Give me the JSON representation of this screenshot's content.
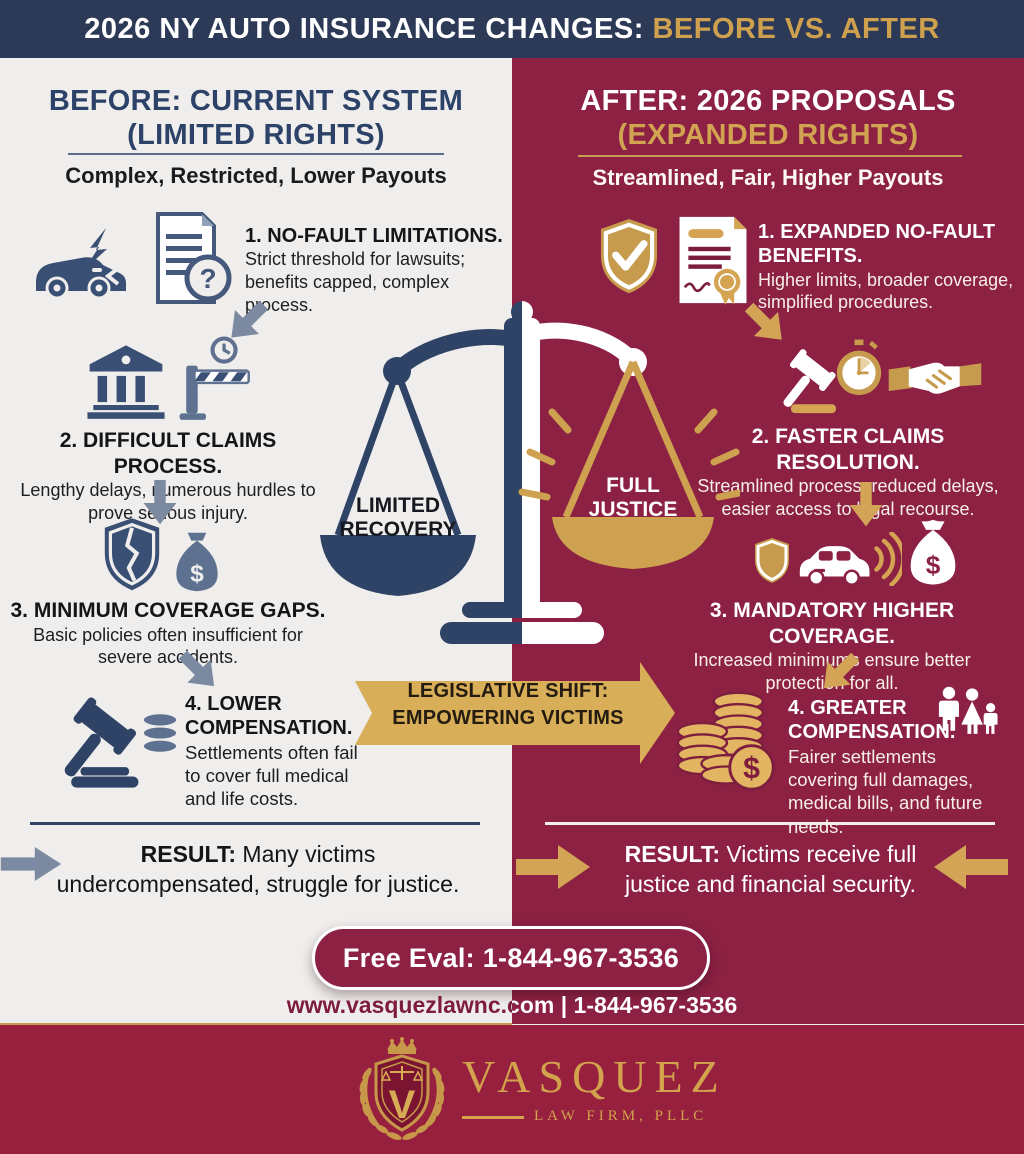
{
  "header": {
    "title_main": "2026 NY AUTO INSURANCE CHANGES: ",
    "title_accent": "BEFORE VS. AFTER"
  },
  "before": {
    "title_line1": "BEFORE: CURRENT SYSTEM",
    "title_line2": "(LIMITED RIGHTS)",
    "subtitle": "Complex, Restricted, Lower Payouts",
    "items": [
      {
        "title": "1. NO-FAULT LIMITATIONS.",
        "desc": "Strict threshold for lawsuits; benefits capped, complex process."
      },
      {
        "title": "2. DIFFICULT CLAIMS PROCESS.",
        "desc": "Lengthy delays, numerous hurdles to prove serious injury."
      },
      {
        "title": "3. MINIMUM COVERAGE GAPS.",
        "desc": "Basic policies often insufficient for severe accidents."
      },
      {
        "title": "4. LOWER COMPENSATION.",
        "desc": "Settlements often fail to cover full medical and life costs."
      }
    ],
    "scale_label": {
      "line1": "LIMITED",
      "line2": "RECOVERY"
    },
    "result_label": "RESULT:",
    "result_text": " Many victims undercompensated, struggle for justice."
  },
  "after": {
    "title_line1": "AFTER: 2026 PROPOSALS",
    "title_line2": "(EXPANDED RIGHTS)",
    "subtitle": "Streamlined, Fair, Higher Payouts",
    "items": [
      {
        "title": "1. EXPANDED NO-FAULT BENEFITS.",
        "desc": "Higher limits, broader coverage, simplified procedures."
      },
      {
        "title": "2. FASTER CLAIMS RESOLUTION.",
        "desc": "Streamlined process, reduced delays, easier access to legal recourse."
      },
      {
        "title": "3. MANDATORY HIGHER COVERAGE.",
        "desc": "Increased minimums ensure better protection for all."
      },
      {
        "title": "4. GREATER COMPENSATION.",
        "desc": "Fairer settlements covering full damages, medical bills, and future needs."
      }
    ],
    "scale_label": {
      "line1": "FULL",
      "line2": "JUSTICE"
    },
    "result_label": "RESULT:",
    "result_text": " Victims receive full justice and financial security."
  },
  "banner": {
    "line1": "LEGISLATIVE SHIFT:",
    "line2": "EMPOWERING VICTIMS"
  },
  "cta": {
    "pill_text": "Free Eval: 1-844-967-3536",
    "website_line": "www.vasquezlawnc.com | 1-844-967-3536"
  },
  "footer": {
    "brand": "VASQUEZ",
    "brand_sub": "LAW FIRM, PLLC",
    "shield_letter": "V"
  },
  "colors": {
    "navy": "#2c3a57",
    "maroon": "#8c2143",
    "footer_maroon": "#97203f",
    "gold": "#d3a455",
    "light_bg": "#f0eeec",
    "slate": "#5f7190"
  }
}
